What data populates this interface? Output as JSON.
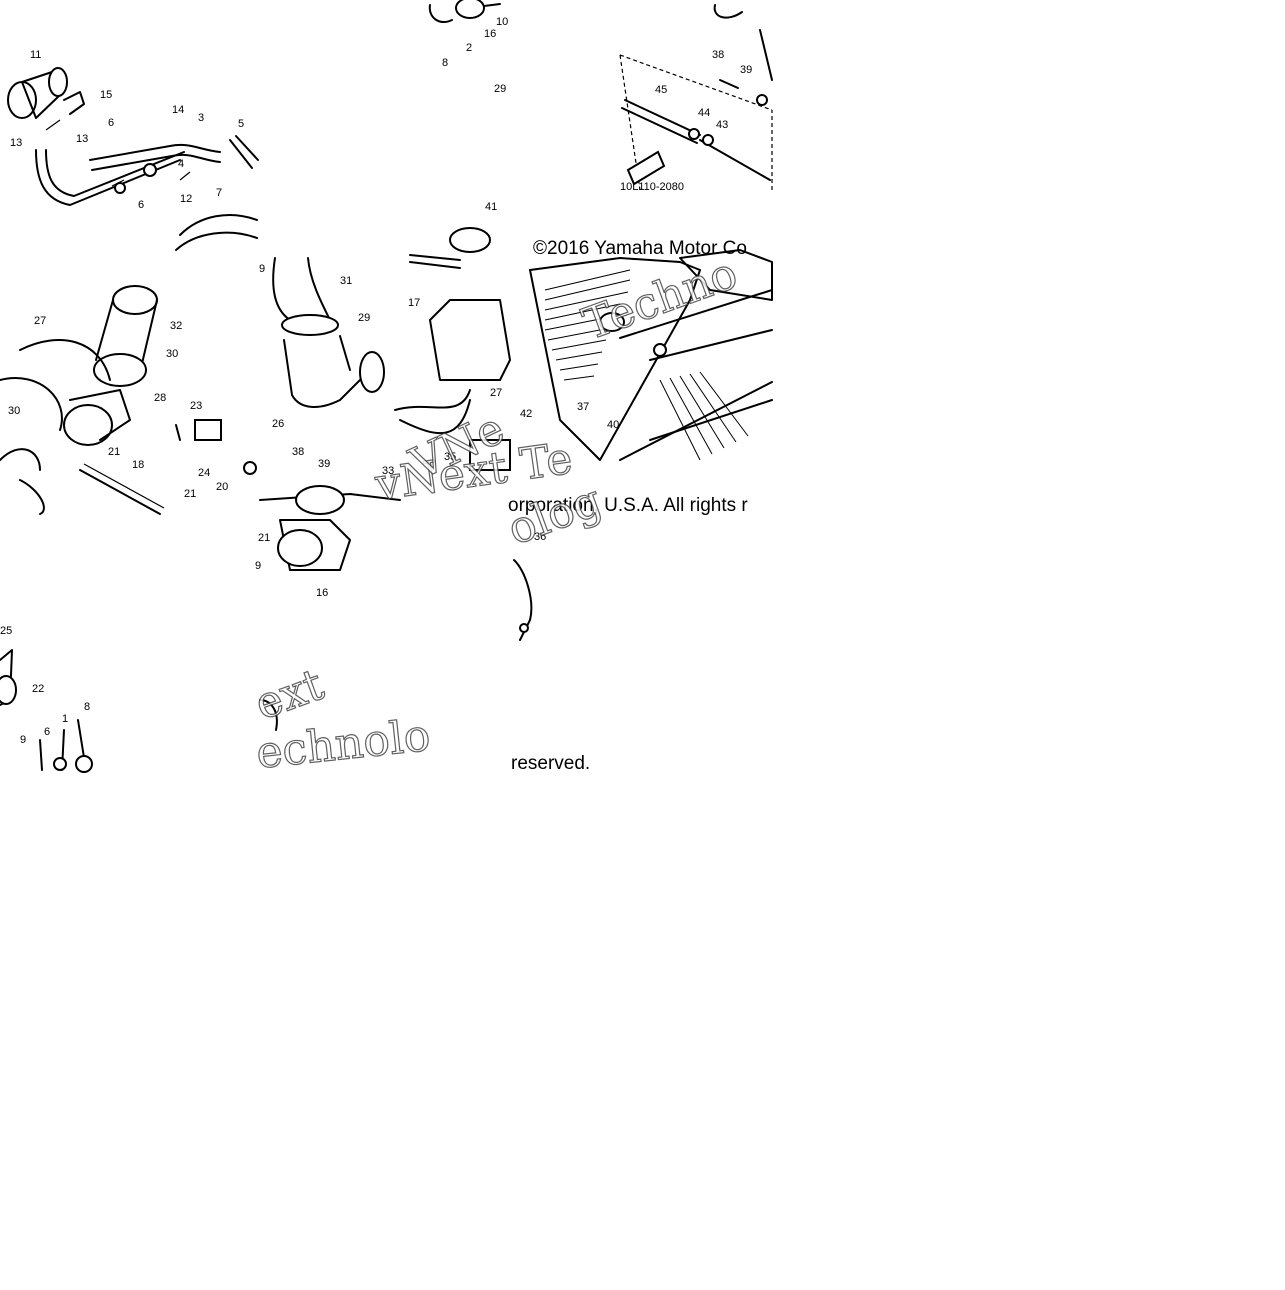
{
  "copyright": {
    "line1": "©2016 Yamaha Motor Co",
    "line2": "orporation, U.S.A. All rights r",
    "line3": "reserved."
  },
  "watermarks": [
    "vNext Te",
    "Techno",
    "echnolo",
    "ext",
    "chnolog",
    "VNe",
    "olog"
  ],
  "part_code": "10L110-2080",
  "callouts": {
    "t1": [
      "8",
      "2",
      "16",
      "10",
      "29",
      "38",
      "39",
      "45",
      "44",
      "43",
      "11",
      "15",
      "13",
      "14",
      "3",
      "5",
      "6",
      "13",
      "4",
      "7",
      "6",
      "12"
    ],
    "t2": [
      "27",
      "32",
      "30",
      "28",
      "30",
      "23",
      "24",
      "21",
      "18",
      "21",
      "20",
      "9",
      "31",
      "29",
      "26",
      "17",
      "41",
      "27",
      "38",
      "39",
      "33",
      "35",
      "42",
      "37",
      "40"
    ],
    "t3": [
      "21",
      "9",
      "16",
      "36",
      "25",
      "22",
      "1",
      "6",
      "9",
      "8"
    ]
  },
  "tiles": [
    {
      "id": "t1"
    },
    {
      "id": "t2"
    },
    {
      "id": "t3"
    }
  ]
}
